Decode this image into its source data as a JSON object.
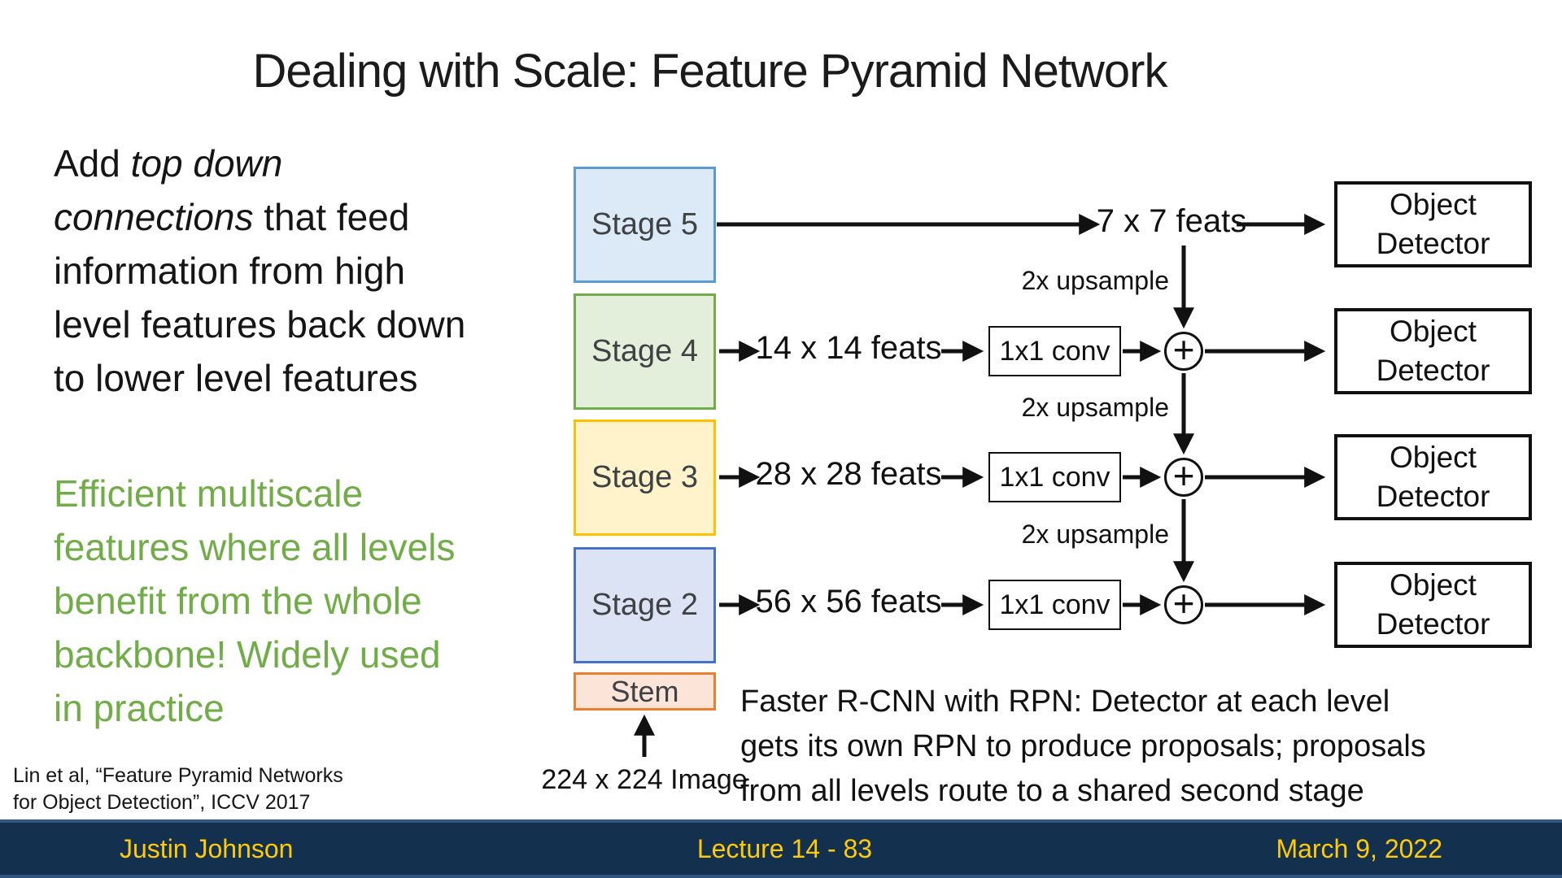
{
  "slide": {
    "title": "Dealing with Scale: Feature Pyramid Network"
  },
  "left_panel": {
    "add_topdown_lines": [
      [
        {
          "t": "Add "
        },
        {
          "t": "top down",
          "i": true
        }
      ],
      [
        {
          "t": "connections",
          "i": true
        },
        {
          "t": " that feed"
        }
      ],
      "information from high",
      "level features back down",
      "to lower level features"
    ],
    "green_lines": [
      "Efficient multiscale",
      "features where all levels",
      "benefit from the whole",
      "backbone! Widely used",
      "in practice"
    ],
    "green_color": "#70AD47",
    "citation_lines": [
      "Lin et al, “Feature Pyramid Networks",
      "for Object Detection”, ICCV 2017"
    ]
  },
  "diagram": {
    "stages": [
      {
        "label": "Stage 5",
        "fill": "#DCE9F7",
        "border": "#5B9BD5"
      },
      {
        "label": "Stage 4",
        "fill": "#E3EFDB",
        "border": "#70AD47"
      },
      {
        "label": "Stage 3",
        "fill": "#FFF3CC",
        "border": "#FFC000"
      },
      {
        "label": "Stage 2",
        "fill": "#DBE3F4",
        "border": "#4472C4"
      }
    ],
    "stem_label": "Stem",
    "input_label": "224 x 224 Image",
    "feats_labels": [
      "7 x 7 feats",
      "14 x 14 feats",
      "28 x 28 feats",
      "56 x 56 feats"
    ],
    "conv_label": "1x1 conv",
    "upsample_label": "2x upsample",
    "plus_symbol": "+",
    "detector_label": "Object Detector"
  },
  "faster_rcnn": {
    "lines": [
      "Faster R-CNN with RPN: Detector at each level",
      "gets its own RPN to produce proposals; proposals",
      "from all levels route to a shared second stage"
    ]
  },
  "footer": {
    "author": "Justin Johnson",
    "lecture": "Lecture 14 - 83",
    "date": "March 9, 2022",
    "bg_color": "#14304f",
    "text_color": "#FFCB05"
  }
}
